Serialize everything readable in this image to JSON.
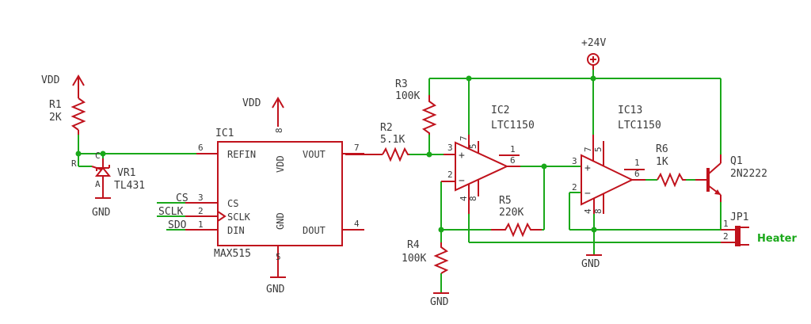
{
  "power": {
    "vdd1": "VDD",
    "vdd2": "VDD",
    "plus24": "+24V",
    "gnd_vr1": "GND",
    "gnd_ic1": "GND",
    "gnd_r4": "GND",
    "gnd_ic13": "GND"
  },
  "r1": {
    "name": "R1",
    "value": "2K"
  },
  "r2": {
    "name": "R2",
    "value": "5.1K"
  },
  "r3": {
    "name": "R3",
    "value": "100K"
  },
  "r4": {
    "name": "R4",
    "value": "100K"
  },
  "r5": {
    "name": "R5",
    "value": "220K"
  },
  "r6": {
    "name": "R6",
    "value": "1K"
  },
  "vr1": {
    "name": "VR1",
    "value": "TL431",
    "pin_r": "R",
    "pin_a": "A",
    "pin_c": "C"
  },
  "ic1": {
    "name": "IC1",
    "part": "MAX515",
    "pins": {
      "refin": "REFIN",
      "vdd": "VDD",
      "vout": "VOUT",
      "cs": "CS",
      "sclk": "SCLK",
      "din": "DIN",
      "gnd": "GND",
      "dout": "DOUT"
    },
    "pin_nums": {
      "refin": "6",
      "vdd": "8",
      "vout": "7",
      "cs": "3",
      "sclk": "2",
      "din": "1",
      "gnd": "5",
      "dout": "4"
    }
  },
  "signals": {
    "cs": "CS",
    "sclk": "SCLK",
    "sdo": "SDO"
  },
  "ic2": {
    "name": "IC2",
    "part": "LTC1150",
    "plus": "+",
    "minus": "−",
    "pins": {
      "p3": "3",
      "p2": "2",
      "p6": "6",
      "p7": "7",
      "p5": "5",
      "p1": "1",
      "p4": "4",
      "p8": "8"
    }
  },
  "ic13": {
    "name": "IC13",
    "part": "LTC1150",
    "plus": "+",
    "minus": "−",
    "pins": {
      "p3": "3",
      "p2": "2",
      "p6": "6",
      "p7": "7",
      "p5": "5",
      "p1": "1",
      "p4": "4",
      "p8": "8"
    }
  },
  "q1": {
    "name": "Q1",
    "part": "2N2222"
  },
  "jp1": {
    "name": "JP1",
    "pin1": "1",
    "pin2": "2"
  },
  "net_labels": {
    "heater": "Heater"
  }
}
